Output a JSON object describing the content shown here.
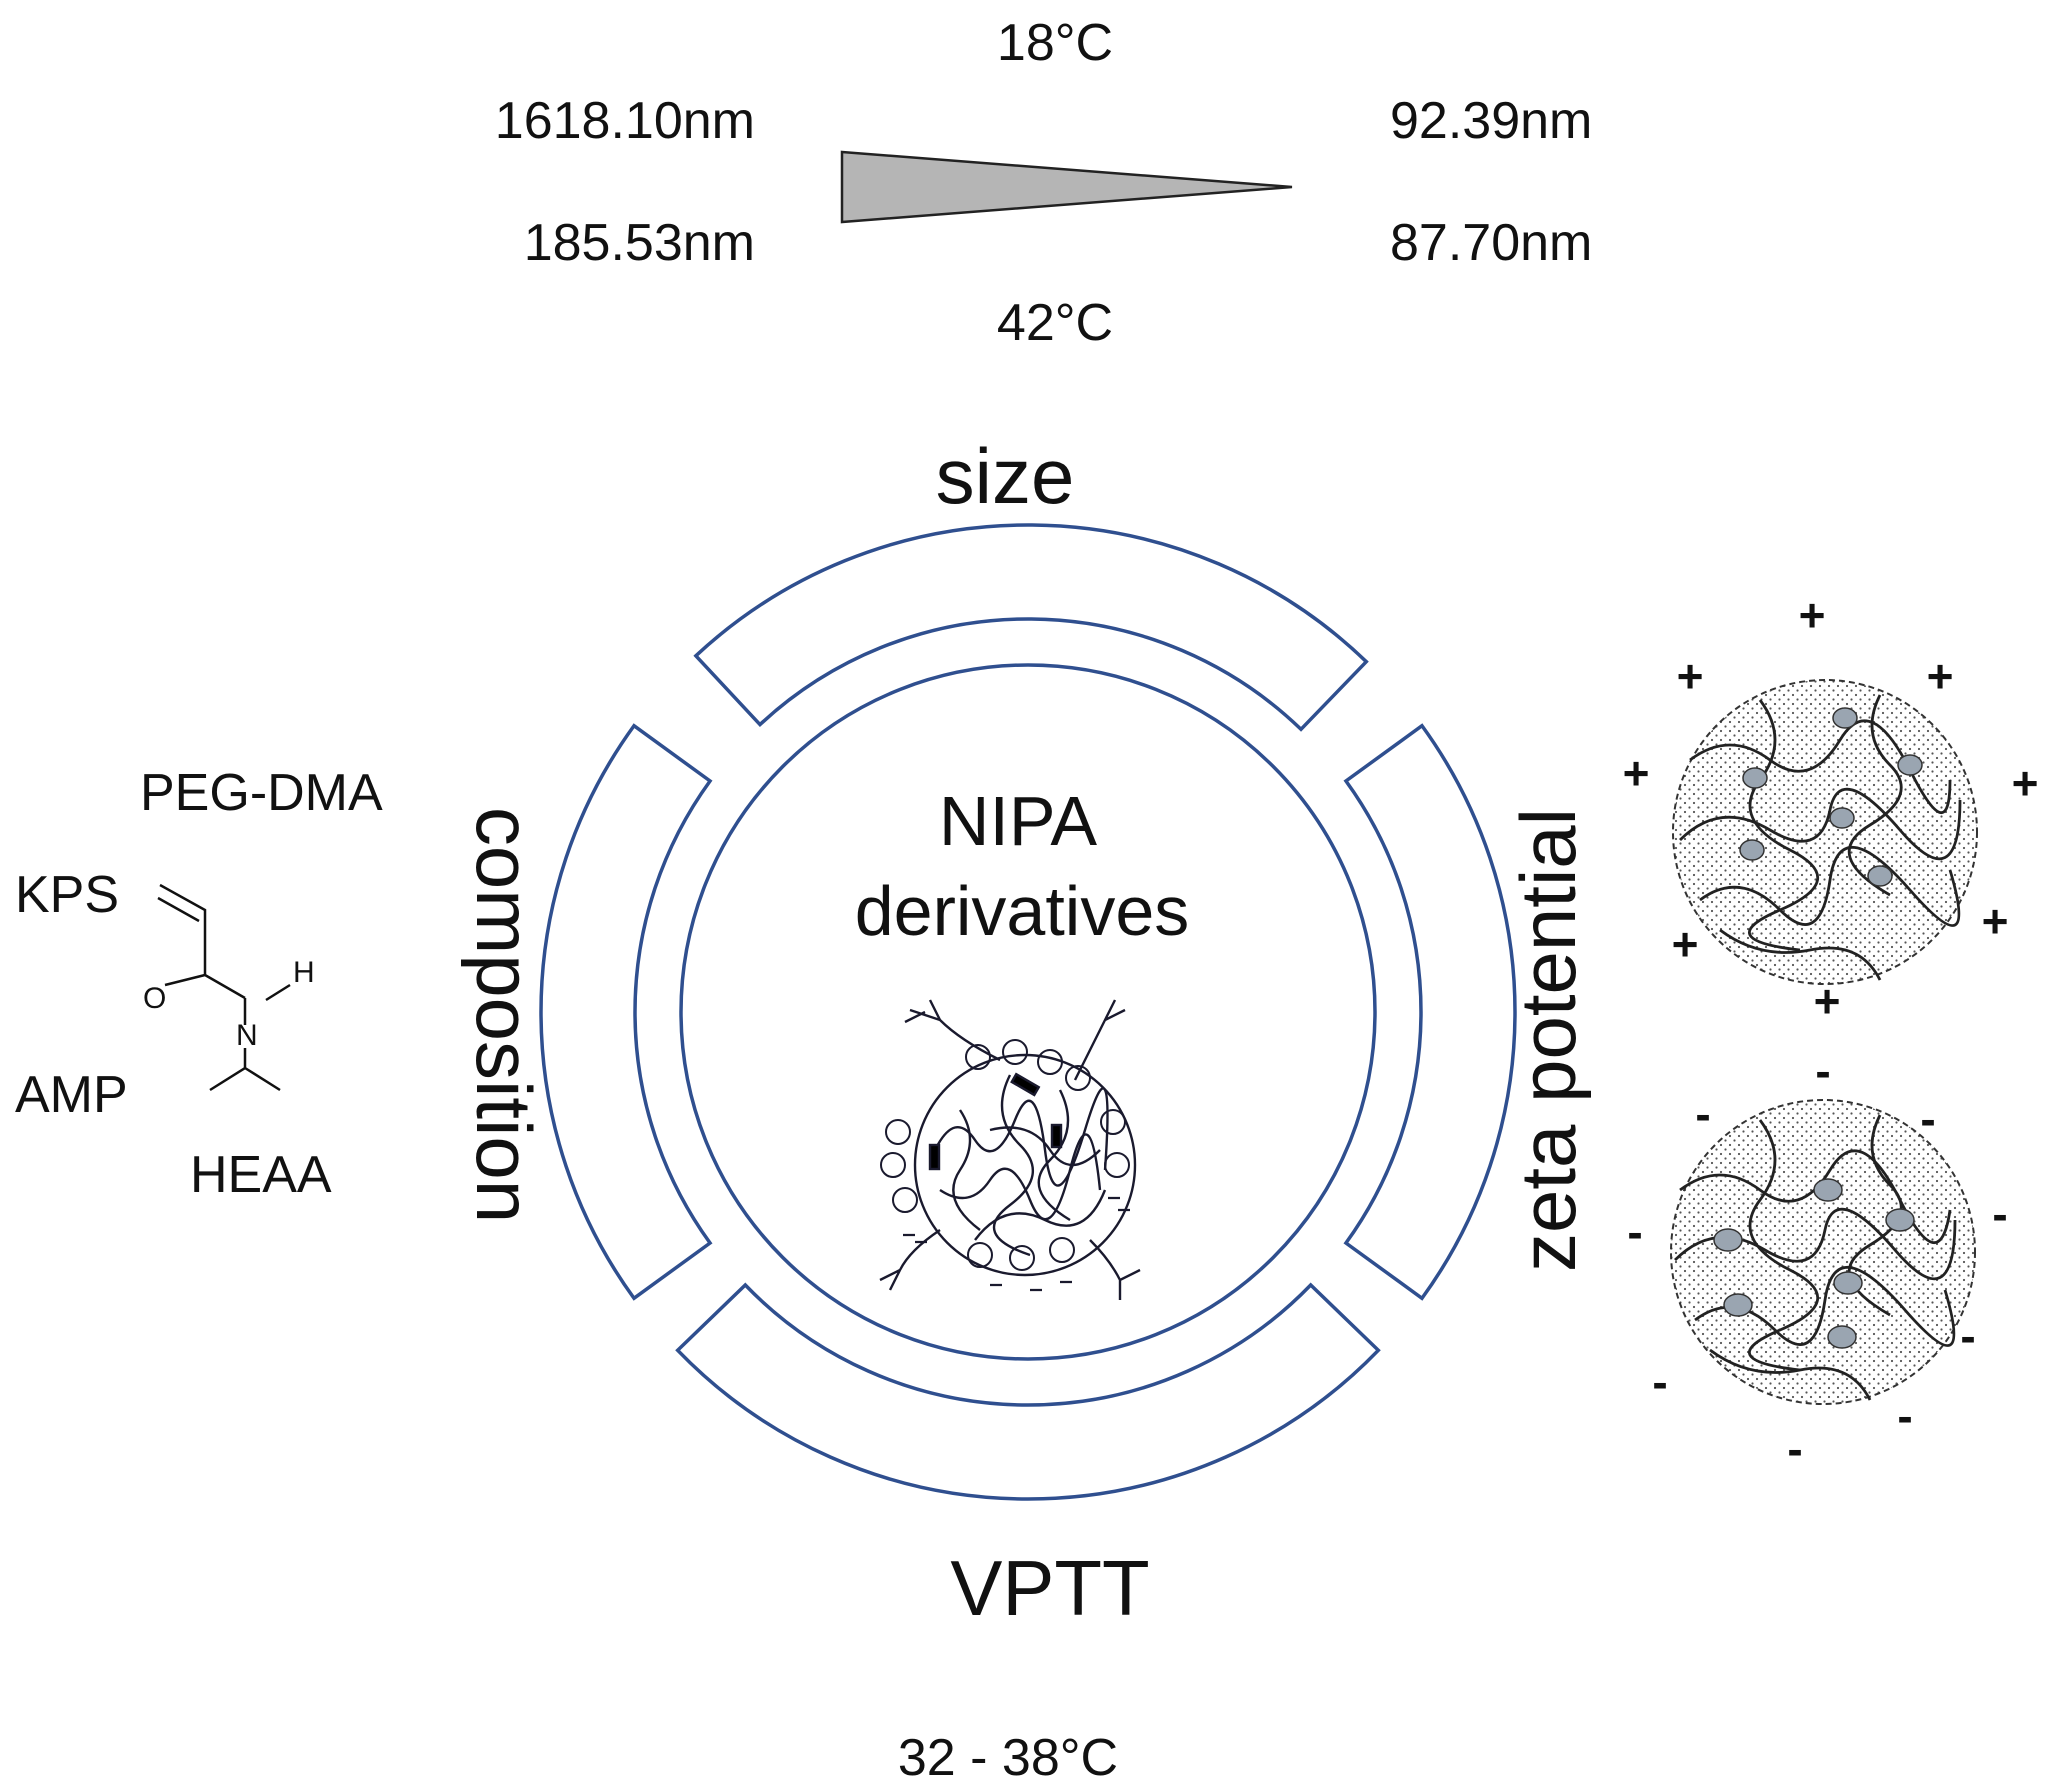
{
  "colors": {
    "outline": "#2f4f8f",
    "wedge_fill": "#b5b5b5",
    "particle_dot": "#9aa5b1",
    "text": "#111111"
  },
  "size_panel": {
    "temp_top": "18°C",
    "temp_bottom": "42°C",
    "left_top": "1618.10nm",
    "left_bottom": "185.53nm",
    "right_top": "92.39nm",
    "right_bottom": "87.70nm"
  },
  "segments": {
    "top": "size",
    "left": "composition",
    "right": "zeta potential",
    "bottom": "VPTT"
  },
  "center": {
    "line1": "NIPA",
    "line2": "derivatives"
  },
  "composition_list": {
    "peg_dma": "PEG-DMA",
    "kps": "KPS",
    "amp": "AMP",
    "heaa": "HEAA",
    "atom_o": "O",
    "atom_n": "N",
    "atom_h": "H"
  },
  "zeta": {
    "positive_sign": "+",
    "negative_sign": "-"
  },
  "vptt_range": "32 - 38°C",
  "icons": [
    "wedge-icon",
    "acrylamide-structure-icon",
    "microgel-network-icon",
    "positive-particle-icon",
    "negative-particle-icon"
  ]
}
